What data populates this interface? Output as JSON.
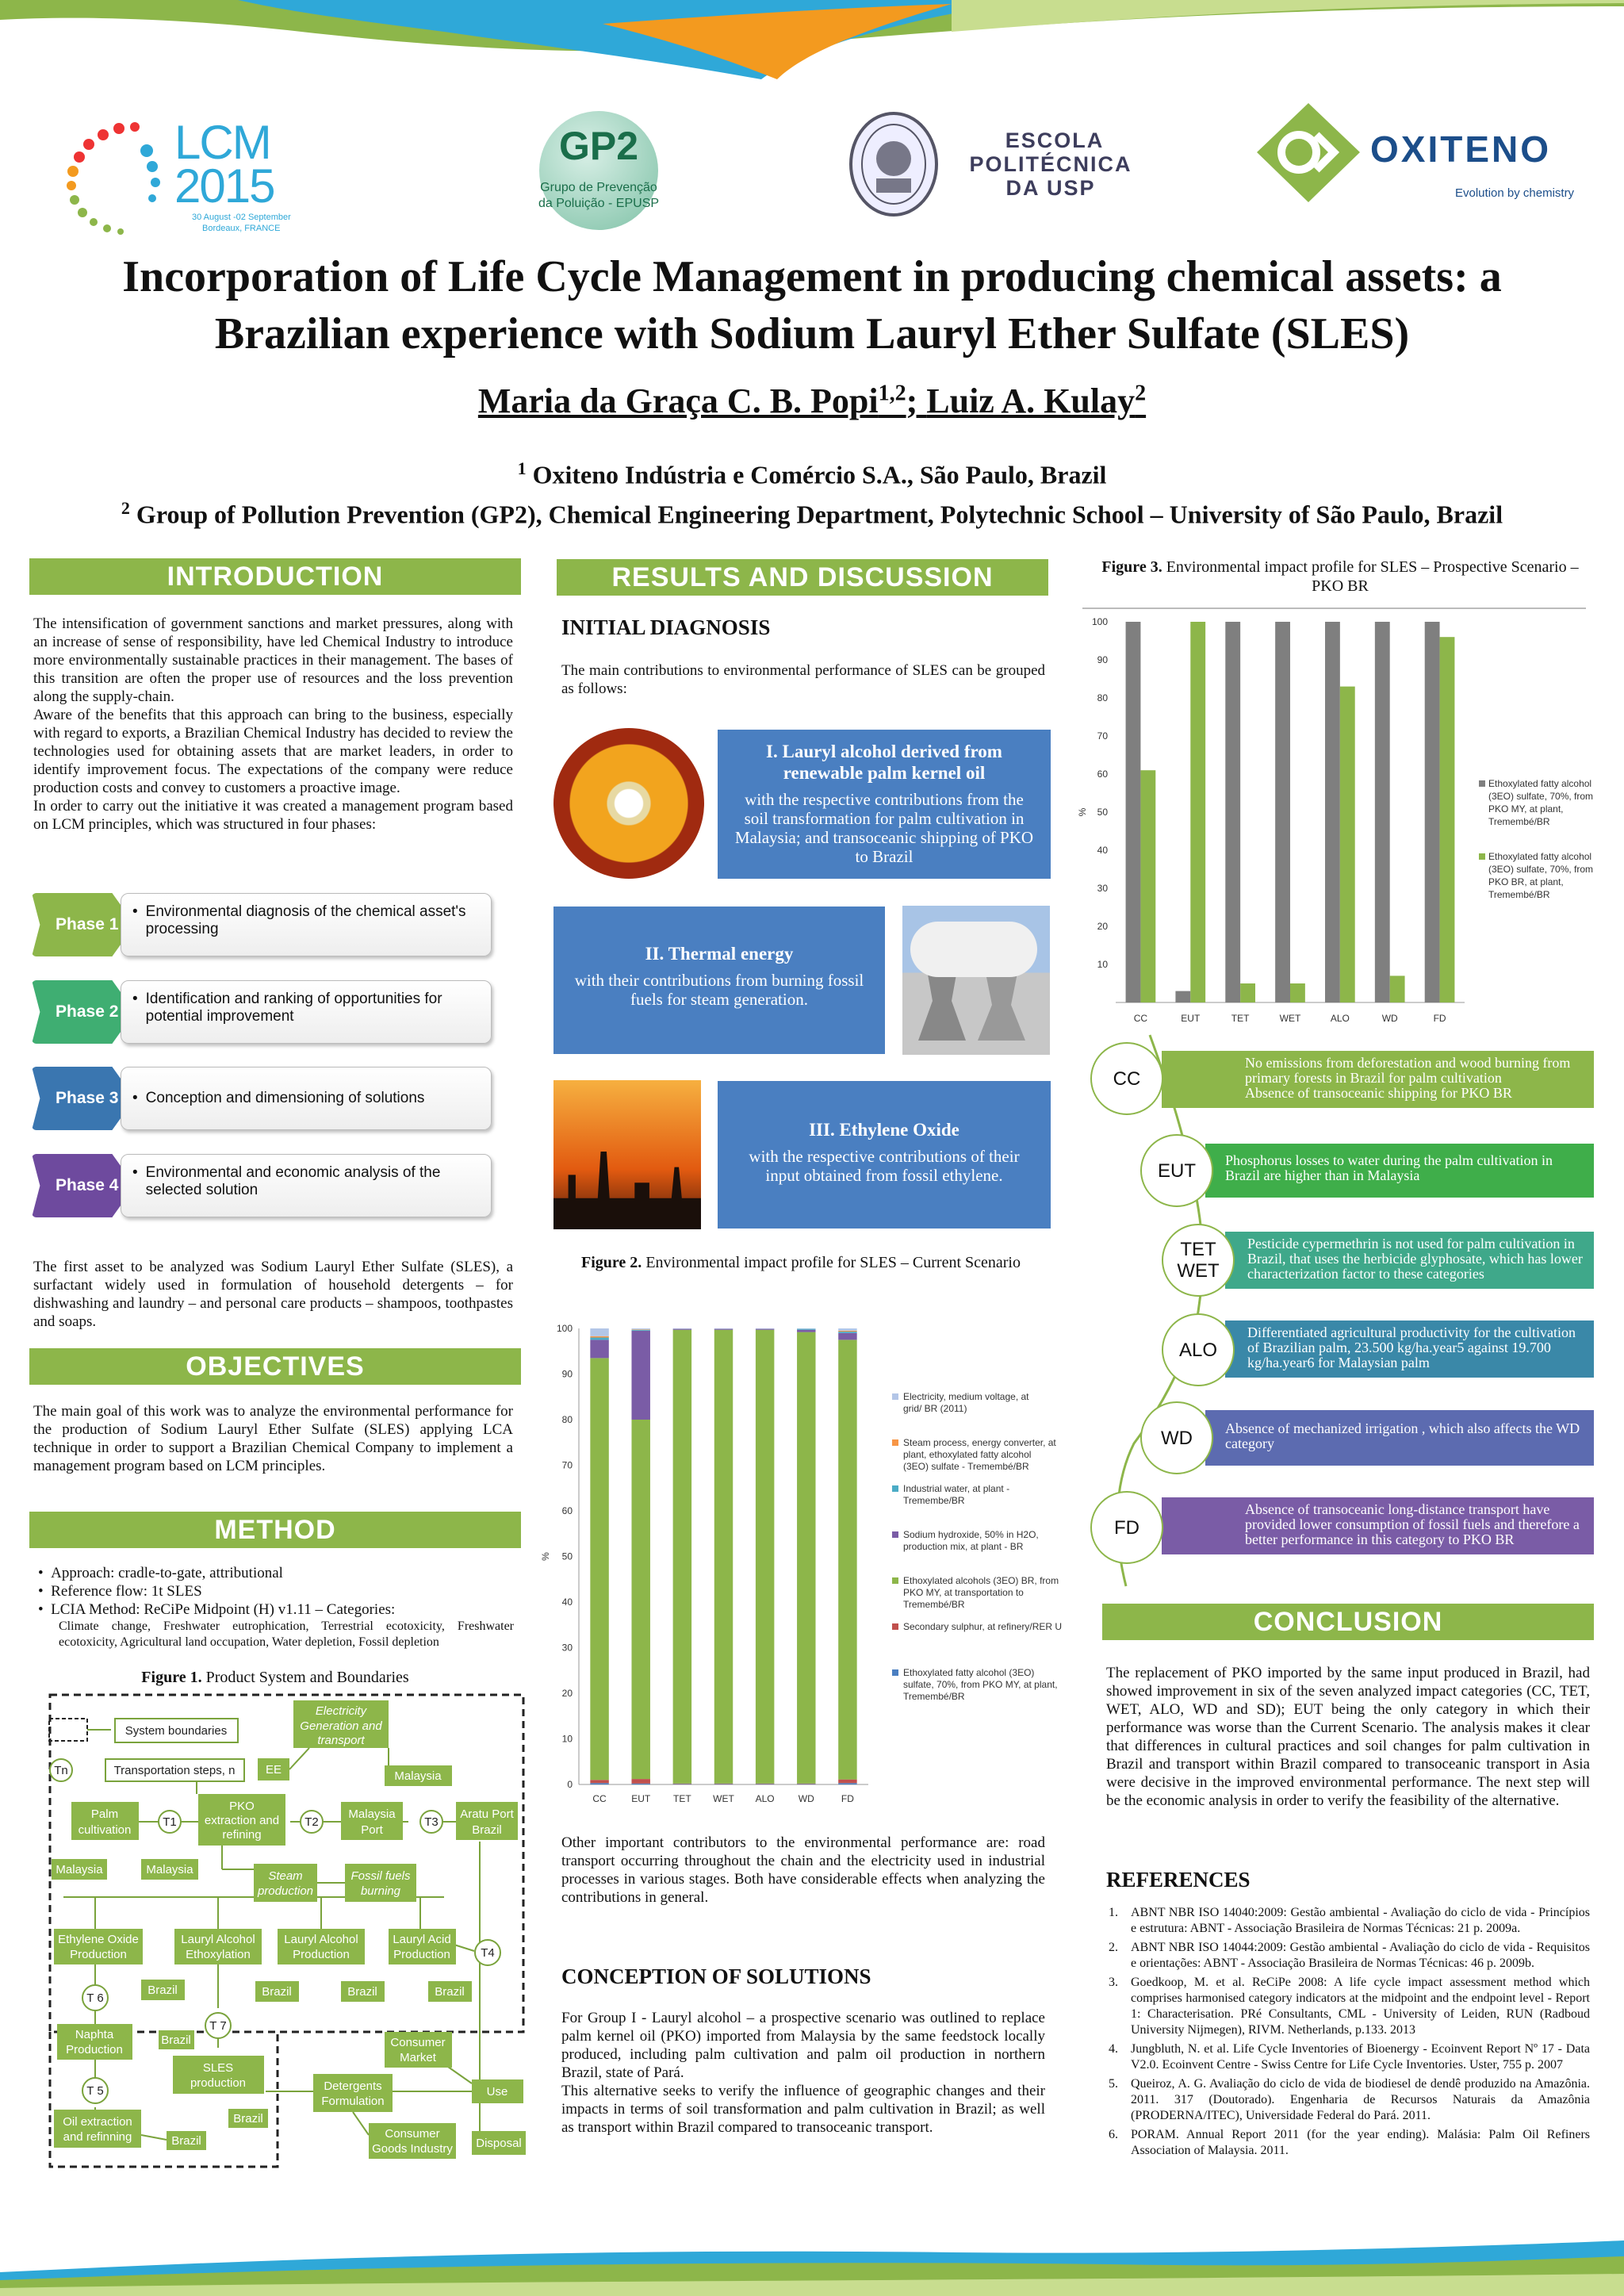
{
  "logos": {
    "lcm": {
      "line1": "LCM",
      "line2": "2015",
      "dates": "30 August -02 September",
      "place": "Bordeaux, FRANCE"
    },
    "gp2": {
      "abbr": "GP2",
      "line1": "Grupo de Prevenção",
      "line2": "da Poluição - EPUSP"
    },
    "poli": {
      "line1": "Escola",
      "line2": "Politécnica",
      "line3": "da USP"
    },
    "oxiteno": {
      "name": "OXITENO",
      "tagline": "Evolution by chemistry"
    }
  },
  "title": {
    "line1": "Incorporation of Life Cycle Management in producing chemical assets: a",
    "line2": "Brazilian experience with Sodium Lauryl Ether Sulfate (SLES)"
  },
  "authors": {
    "a1": "Maria da Graça C. B. Popi",
    "a1sup": "1,2",
    "sep": "; ",
    "a2": "Luiz A. Kulay",
    "a2sup": "2"
  },
  "affiliations": {
    "aff1_sup": "1",
    "aff1": " Oxiteno Indústria e Comércio S.A., São Paulo, Brazil",
    "aff2_sup": "2",
    "aff2": " Group of Pollution Prevention (GP2), Chemical Engineering Department, Polytechnic School – University of São Paulo, Brazil"
  },
  "introduction": {
    "heading": "INTRODUCTION",
    "p1": "The intensification of government sanctions and market pressures, along with an increase of sense of responsibility, have led Chemical Industry to introduce more environmentally sustainable practices in their management. The bases of this transition are often the proper use of resources and the loss prevention along the supply-chain.",
    "p2": "Aware of the benefits that this approach can bring to the business, especially with regard to exports, a Brazilian Chemical Industry has decided to review the technologies used for obtaining assets that are market leaders, in order to identify improvement focus. The expectations of the company were reduce production costs and convey to customers a proactive image.",
    "p3": "In order to carry out the initiative it was created a management program based on LCM principles, which was structured in four phases:",
    "phases": [
      {
        "tag": "Phase 1",
        "text": "Environmental diagnosis of the chemical asset's processing",
        "color": "#8db64a"
      },
      {
        "tag": "Phase 2",
        "text": "Identification and ranking of opportunities for potential improvement",
        "color": "#3fae72"
      },
      {
        "tag": "Phase 3",
        "text": "Conception and dimensioning of solutions",
        "color": "#3a76b0"
      },
      {
        "tag": "Phase 4",
        "text": "Environmental and economic analysis of the selected solution",
        "color": "#6e4a9e"
      }
    ],
    "p4": "The first asset to be analyzed was Sodium Lauryl Ether Sulfate (SLES), a surfactant widely used in formulation of household detergents – for dishwashing and laundry – and personal care products – shampoos, toothpastes and soaps."
  },
  "objectives": {
    "heading": "OBJECTIVES",
    "p": "The main goal of this work was to analyze the environmental performance for the production of Sodium Lauryl Ether Sulfate (SLES) applying LCA technique in order to support a Brazilian Chemical Company to implement a management program based on LCM principles."
  },
  "method": {
    "heading": "METHOD",
    "b1": "Approach: cradle-to-gate, attributional",
    "b2": "Reference flow: 1t SLES",
    "b3": "LCIA Method: ReCiPe Midpoint (H) v1.11 – Categories:",
    "b3sub": "Climate change, Freshwater eutrophication, Terrestrial ecotoxicity, Freshwater ecotoxicity, Agricultural land occupation, Water depletion, Fossil depletion",
    "fig1_label": "Figure 1.",
    "fig1_title": " Product System and Boundaries",
    "diagram": {
      "system_boundaries": "System boundaries",
      "transport_steps": "Transportation steps, n",
      "tn": "Tn",
      "electricity": [
        "Electricity",
        "Generation and",
        "transport"
      ],
      "ee": "EE",
      "malaysia": "Malaysia",
      "palm": [
        "Palm",
        "cultivation"
      ],
      "t1": "T1",
      "pko": [
        "PKO",
        "extraction and",
        "refining"
      ],
      "t2": "T2",
      "malaysia_port": [
        "Malaysia",
        "Port"
      ],
      "t3": "T3",
      "aratu": [
        "Aratu Port",
        "Brazil"
      ],
      "steam": [
        "Steam",
        "production"
      ],
      "fossil": [
        "Fossil fuels",
        "burning"
      ],
      "t4": "T4",
      "eo": [
        "Ethylene Oxide",
        "Production"
      ],
      "lae": [
        "Lauryl Alcohol",
        "Ethoxylation"
      ],
      "lap": [
        "Lauryl Alcohol",
        "Production"
      ],
      "laa": [
        "Lauryl Acid",
        "Production"
      ],
      "brazil": "Brazil",
      "t6": "T 6",
      "t7": "T 7",
      "t5": "T 5",
      "naphta": [
        "Naphta",
        "Production"
      ],
      "sles": [
        "SLES",
        "production"
      ],
      "oil": [
        "Oil extraction",
        "and refinning"
      ],
      "detergents": [
        "Detergents",
        "Formulation"
      ],
      "consumer_market": [
        "Consumer",
        "Market"
      ],
      "use": "Use",
      "consumer_goods": [
        "Consumer",
        "Goods Industry"
      ],
      "disposal": "Disposal"
    }
  },
  "results": {
    "heading": "RESULTS AND DISCUSSION",
    "sub1": "INITIAL DIAGNOSIS",
    "intro": "The main contributions to environmental performance of SLES can be grouped as follows:",
    "group1": {
      "title": "I. Lauryl alcohol derived from renewable palm kernel oil",
      "text": "with the respective contributions from the soil transformation for palm cultivation in Malaysia; and transoceanic shipping of PKO to Brazil"
    },
    "group2": {
      "title": "II. Thermal energy",
      "text": "with their contributions from burning fossil fuels for steam generation."
    },
    "group3": {
      "title": "III. Ethylene Oxide",
      "text": "with the respective contributions of their input obtained from fossil ethylene."
    },
    "fig2_label": "Figure 2.",
    "fig2_title": " Environmental impact  profile for SLES – Current Scenario",
    "after_fig2": "Other important contributors to the environmental performance are: road transport occurring throughout the chain and the electricity used in industrial processes in various stages. Both have considerable effects when analyzing the contributions in general.",
    "sub2": "CONCEPTION OF SOLUTIONS",
    "conc1": "For Group I - Lauryl alcohol – a prospective scenario was outlined to replace palm kernel oil  (PKO) imported from Malaysia by the same feedstock locally produced, including palm cultivation and palm oil production in northern Brazil, state of Pará.",
    "conc2": "This alternative seeks to verify the influence of geographic changes and their impacts in terms of soil transformation and palm cultivation in Brazil; as well as transport within Brazil compared to transoceanic transport."
  },
  "fig3": {
    "label": "Figure 3.",
    "title": " Environmental impact  profile for SLES – Prospective Scenario – PKO BR"
  },
  "impacts": [
    {
      "code": "CC",
      "lines": [
        "No emissions from deforestation and wood burning from primary forests in Brazil for palm cultivation",
        "Absence of transoceanic shipping for PKO BR"
      ],
      "color": "#8db64a"
    },
    {
      "code": "EUT",
      "lines": [
        "Phosphorus losses to water during the palm cultivation in Brazil are higher than in Malaysia"
      ],
      "color": "#3fae4a"
    },
    {
      "code": "TET\nWET",
      "lines": [
        "Pesticide cypermethrin is not used for palm cultivation in Brazil, that uses the herbicide glyphosate, which has lower characterization factor to these categories"
      ],
      "color": "#3fa88a"
    },
    {
      "code": "ALO",
      "lines": [
        "Differentiated agricultural productivity for the cultivation of Brazilian palm, 23.500 kg/ha.year5 against 19.700 kg/ha.year6 for Malaysian palm"
      ],
      "color": "#3a88a8"
    },
    {
      "code": "WD",
      "lines": [
        "Absence of mechanized irrigation , which also affects the WD category"
      ],
      "color": "#5c6bb0"
    },
    {
      "code": "FD",
      "lines": [
        "Absence of transoceanic long-distance transport have provided lower consumption of fossil fuels and therefore a better performance in this category to PKO BR"
      ],
      "color": "#7a5ca6"
    }
  ],
  "conclusion": {
    "heading": "CONCLUSION",
    "p": "The replacement of PKO imported by the same input produced in Brazil, had showed improvement in six of the seven analyzed impact categories (CC, TET, WET, ALO, WD and SD); EUT being the only category in which their performance was worse than the Current Scenario. The analysis makes it clear that differences in cultural practices and soil changes for palm cultivation in Brazil and transport within Brazil compared to transoceanic transport in Asia were decisive in the improved environmental performance. The next step will be the economic analysis in order to verify the feasibility of the alternative."
  },
  "references": {
    "heading": "REFERENCES",
    "items": [
      "ABNT NBR ISO 14040:2009: Gestão ambiental - Avaliação do ciclo de vida - Princípios e estrutura: ABNT - Associação Brasileira de Normas Técnicas: 21 p. 2009a.",
      "ABNT NBR ISO 14044:2009: Gestão ambiental - Avaliação do ciclo de vida - Requisitos e orientações: ABNT - Associação Brasileira de Normas Técnicas: 46 p. 2009b.",
      "Goedkoop, M.  et al. ReCiPe 2008: A life cycle impact assessment method which comprises harmonised category indicators at the midpoint and the endpoint level - Report 1: Characterisation. PRé Consultants, CML - University of Leiden, RUN (Radboud University Nijmegen), RIVM. Netherlands, p.133. 2013",
      "Jungbluth, N.  et al. Life Cycle Inventories of Bioenergy - Ecoinvent Report Nº 17 - Data V2.0. Ecoinvent Centre - Swiss Centre for Life Cycle Inventories. Uster, 755 p. 2007",
      "Queiroz, A. G. Avaliação do ciclo de vida de biodiesel de dendê produzido na Amazônia. 2011. 317 (Doutorado). Engenharia de Recursos Naturais da Amazônia (PRODERNA/ITEC), Universidade Federal do Pará. 2011.",
      "PORAM. Annual Report 2011 (for the year ending). Malásia: Palm Oil Refiners Association of Malaysia. 2011."
    ]
  },
  "chart_data": [
    {
      "type": "bar",
      "stacked": true,
      "categories": [
        "CC",
        "EUT",
        "TET",
        "WET",
        "ALO",
        "WD",
        "FD"
      ],
      "ylabel": "%",
      "ylim": [
        0,
        100
      ],
      "yticks": [
        0,
        10,
        20,
        30,
        40,
        50,
        60,
        70,
        80,
        90,
        100
      ],
      "legend_position": "right",
      "series": [
        {
          "name": "Ethoxylated fatty alcohol (3EO) sulfate, 70%, from PKO MY, at plant, Tremembé/BR",
          "color": "#4a7fc1",
          "values": [
            0.3,
            0.2,
            0.1,
            0.1,
            0.1,
            0.1,
            0.3
          ]
        },
        {
          "name": "Secondary sulphur, at refinery/RER U",
          "color": "#c0504d",
          "values": [
            0.7,
            1.0,
            0.1,
            0.1,
            0.1,
            0.1,
            0.8
          ]
        },
        {
          "name": "Ethoxylated alcohols (3EO) BR, from PKO MY, at transportation to Tremembé/BR",
          "color": "#8db64a",
          "values": [
            92.5,
            78.8,
            99.5,
            99.5,
            99.5,
            99.0,
            96.4
          ]
        },
        {
          "name": "Sodium hydroxide, 50% in H2O, production mix, at plant - BR",
          "color": "#7a5ca6",
          "values": [
            4.0,
            19.5,
            0.2,
            0.2,
            0.2,
            0.5,
            1.5
          ]
        },
        {
          "name": "Industrial water, at plant - Tremembe/BR",
          "color": "#4bacc6",
          "values": [
            0.5,
            0.2,
            0.0,
            0.0,
            0.0,
            0.2,
            0.3
          ]
        },
        {
          "name": "Steam process, energy converter, at plant, ethoxylated fatty alcohol (3EO) sulfate - Tremembé/BR",
          "color": "#f79646",
          "values": [
            0.3,
            0.1,
            0.0,
            0.0,
            0.0,
            0.0,
            0.2
          ]
        },
        {
          "name": "Electricity, medium voltage, at grid/ BR (2011)",
          "color": "#b3c6e7",
          "values": [
            1.7,
            0.2,
            0.1,
            0.1,
            0.1,
            0.1,
            0.5
          ]
        }
      ]
    },
    {
      "type": "bar",
      "categories": [
        "CC",
        "EUT",
        "TET",
        "WET",
        "ALO",
        "WD",
        "FD"
      ],
      "ylabel": "%",
      "ylim": [
        0,
        100
      ],
      "yticks": [
        10,
        20,
        30,
        40,
        50,
        60,
        70,
        80,
        90,
        100
      ],
      "legend_position": "right",
      "series": [
        {
          "name": "Ethoxylated fatty alcohol (3EO) sulfate, 70%, from PKO MY, at plant, Tremembé/BR",
          "color": "#7f7f7f",
          "values": [
            100,
            3,
            100,
            100,
            100,
            100,
            100
          ]
        },
        {
          "name": "Ethoxylated fatty alcohol (3EO) sulfate, 70%, from PKO BR, at plant, Tremembé/BR",
          "color": "#8db64a",
          "values": [
            61,
            100,
            5,
            5,
            83,
            7,
            96
          ]
        }
      ]
    }
  ]
}
